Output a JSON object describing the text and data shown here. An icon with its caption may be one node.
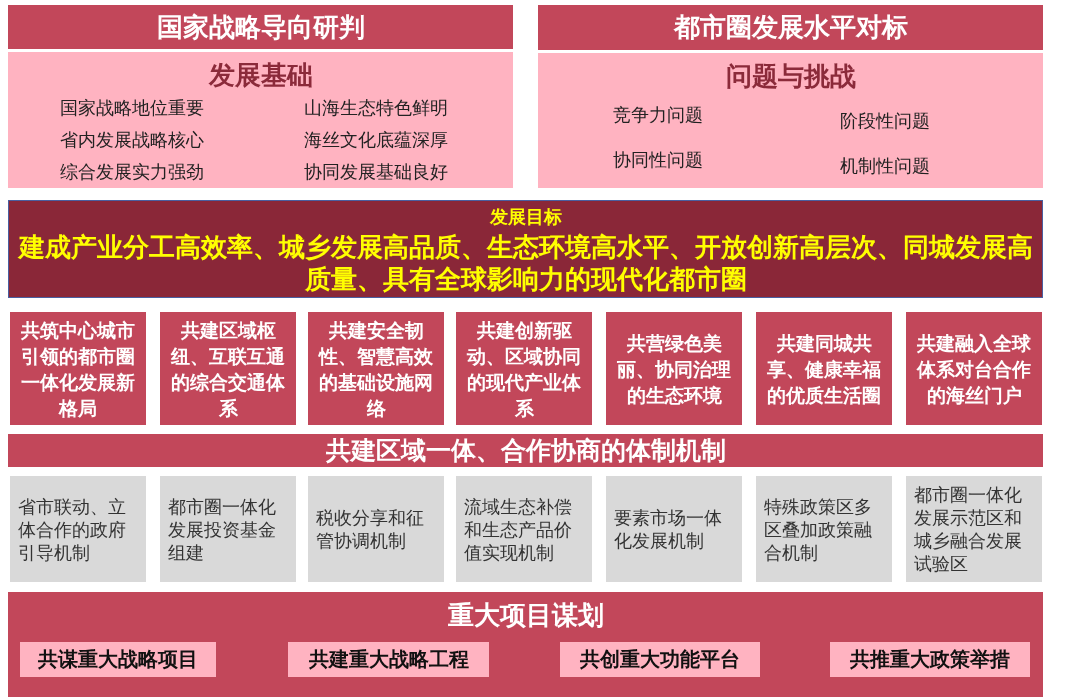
{
  "diagram": {
    "nodes": [
      {
        "text": [
          "国家战略导向研判"
        ]
      },
      {
        "text": [
          "发展基础",
          "国家战略地位重要",
          "山海生态特色鲜明",
          "省内发展战略核心",
          "海丝文化底蕴深厚",
          "综合发展实力强劲",
          "协同发展基础良好"
        ]
      },
      {
        "text": [
          "都市圈发展水平对标"
        ]
      },
      {
        "text": [
          "问题与挑战",
          "竞争力问题",
          "阶段性问题",
          "协同性问题",
          "机制性问题"
        ]
      },
      {
        "text": [
          "发展目标",
          "建成产业分工高效率、城乡发展高品质、生态环境高水平、开放创新高层次、同城发展高质量、具有全球影响力的现代化都市圈"
        ]
      },
      {
        "text": [
          "共筑中心城市引领的都市圈一体化发展新格局"
        ]
      },
      {
        "text": [
          "共建区域枢纽、互联互通的综合交通体系"
        ]
      },
      {
        "text": [
          "共建安全韧性、智慧高效的基础设施网络"
        ]
      },
      {
        "text": [
          "共建创新驱动、区域协同的现代产业体系"
        ]
      },
      {
        "text": [
          "共营绿色美丽、协同治理的生态环境"
        ]
      },
      {
        "text": [
          "共建同城共享、健康幸福的优质生活圈"
        ]
      },
      {
        "text": [
          "共建融入全球体系对台合作的海丝门户"
        ]
      },
      {
        "text": [
          "共建区域一体、合作协商的体制机制"
        ]
      },
      {
        "text": [
          "省市联动、立体合作的政府引导机制"
        ]
      },
      {
        "text": [
          "都市圈一体化发展投资基金组建"
        ]
      },
      {
        "text": [
          "税收分享和征管协调机制"
        ]
      },
      {
        "text": [
          "流域生态补偿和生态产品价值实现机制"
        ]
      },
      {
        "text": [
          "要素市场一体化发展机制"
        ]
      },
      {
        "text": [
          "特殊政策区多区叠加政策融合机制"
        ]
      },
      {
        "text": [
          "都市圈一体化发展示范区和城乡融合发展试验区"
        ]
      },
      {
        "text": [
          "重大项目谋划"
        ]
      },
      {
        "text": [
          "共谋重大战略项目"
        ],
        "in": 20
      },
      {
        "text": [
          "共建重大战略工程"
        ],
        "in": 20
      },
      {
        "text": [
          "共创重大功能平台"
        ],
        "in": 20
      },
      {
        "text": [
          "共推重大政策举措"
        ],
        "in": 20
      }
    ]
  }
}
